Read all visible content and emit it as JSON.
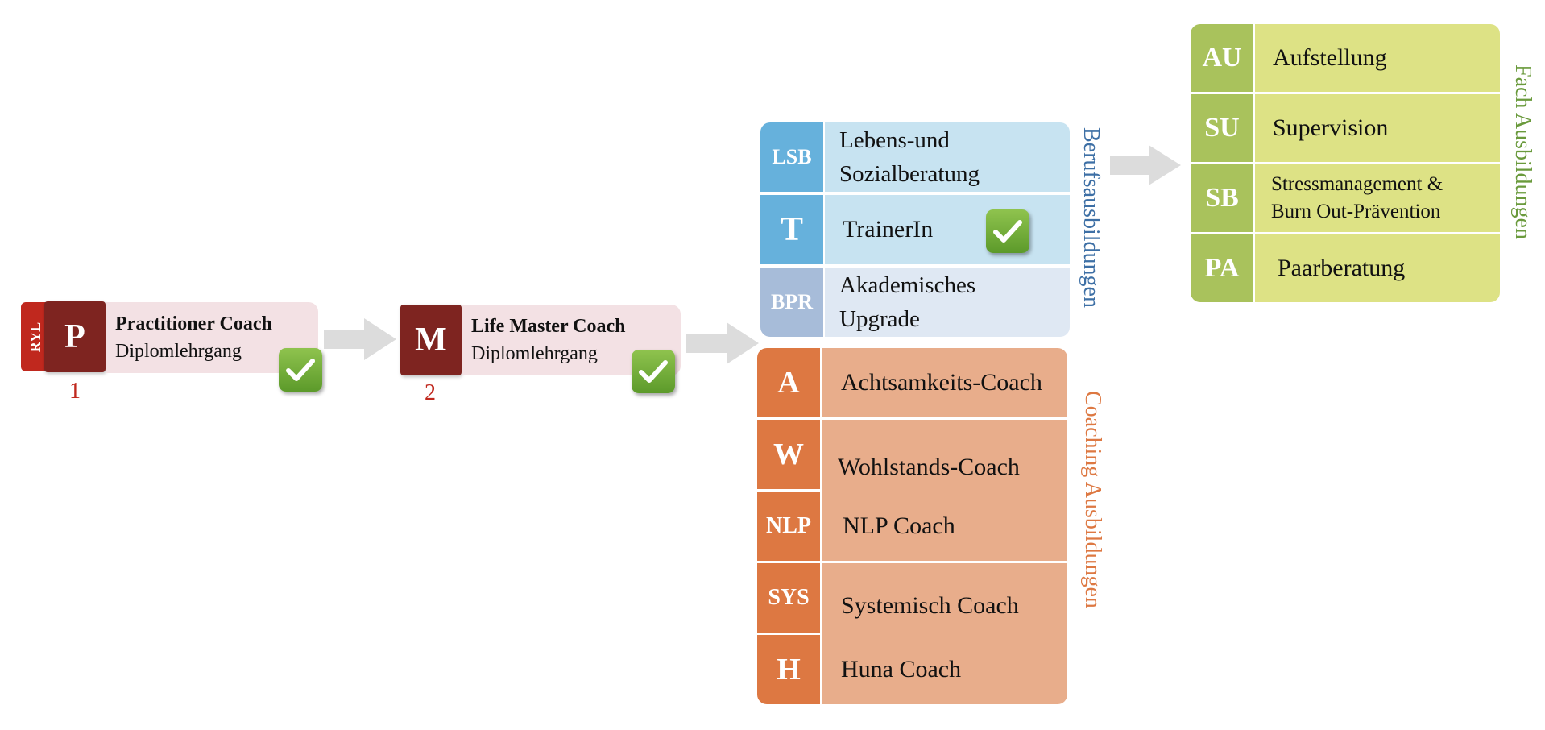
{
  "colors": {
    "ryl_red": "#c0281e",
    "dark_red": "#7e2420",
    "pink": "#f3e1e4",
    "blue_code": "#66b1dc",
    "blue_light": "#c7e3f1",
    "bpr_code": "#a7bcd9",
    "bpr_light": "#dfe8f3",
    "orange_code": "#dd7842",
    "orange_light": "#e8ad8b",
    "green_code": "#a9c25c",
    "green_light": "#dde285",
    "arrow": "#d9d9d9",
    "check": "#6ea83a"
  },
  "level1": {
    "tab": "RYL",
    "code": "P",
    "title": "Practitioner Coach",
    "subtitle": "Diplomlehrgang",
    "number": "1",
    "checked": true
  },
  "level2": {
    "code": "M",
    "title": "Life Master Coach",
    "subtitle": "Diplomlehrgang",
    "number": "2",
    "checked": true
  },
  "berufsausbildungen": {
    "label": "Berufsausbildungen",
    "items": [
      {
        "code": "LSB",
        "label_line1": "Lebens-und",
        "label_line2": "Sozialberatung"
      },
      {
        "code": "T",
        "label": "TrainerIn",
        "checked": true
      },
      {
        "code": "BPR",
        "label_line1": "Akademisches",
        "label_line2": "Upgrade"
      }
    ]
  },
  "coaching_ausbildungen": {
    "label": "Coaching Ausbildungen",
    "items": [
      {
        "code": "A",
        "label": "Achtsamkeits-Coach"
      },
      {
        "code": "W",
        "label": "Wohlstands-Coach"
      },
      {
        "code": "NLP",
        "label": "NLP Coach"
      },
      {
        "code": "SYS",
        "label": "Systemisch Coach"
      },
      {
        "code": "H",
        "label": "Huna Coach"
      }
    ]
  },
  "fach_ausbildungen": {
    "label": "Fach Ausbildungen",
    "items": [
      {
        "code": "AU",
        "label": "Aufstellung"
      },
      {
        "code": "SU",
        "label": "Supervision"
      },
      {
        "code": "SB",
        "label_line1": "Stressmanagement &",
        "label_line2": "Burn Out-Prävention"
      },
      {
        "code": "PA",
        "label": "Paarberatung"
      }
    ]
  }
}
